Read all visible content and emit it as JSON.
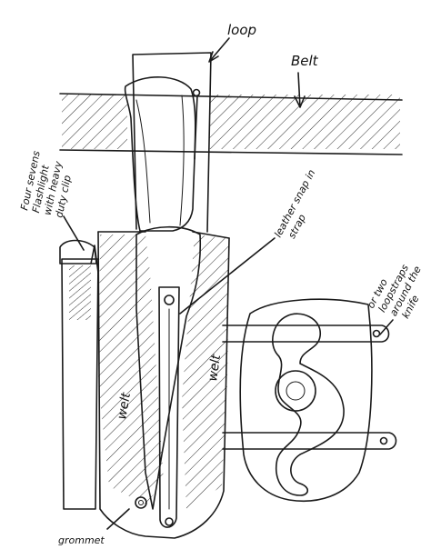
{
  "labels": {
    "loop": "loop",
    "belt": "Belt",
    "flashlight": [
      "Four sevens",
      "Flashlight",
      "with heavy",
      "duty clip"
    ],
    "leather_strap": [
      "leather snap in",
      "strap"
    ],
    "welt_left": "welt",
    "welt_right": "welt",
    "grommet": "grommet",
    "loopstraps": [
      "or two",
      "loopstraps",
      "around the",
      "knife"
    ]
  },
  "colors": {
    "ink": "#1a1a1a",
    "paper": "#ffffff"
  }
}
